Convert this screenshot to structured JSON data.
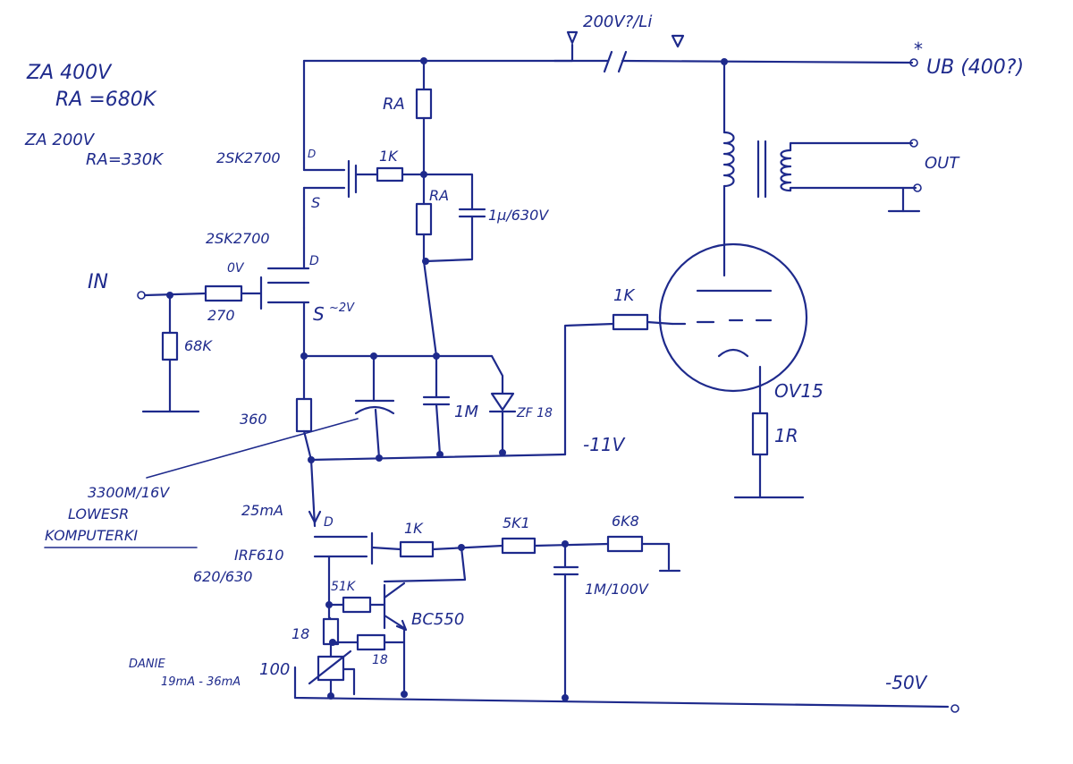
{
  "notes": {
    "za400": "ZA 400V",
    "ra680": "RA =680K",
    "za200": "ZA 200V",
    "ra330": "RA=330K"
  },
  "top": {
    "supply_note": "200V?/Li",
    "ub_label": "UB (400?)",
    "star": "*"
  },
  "labels": {
    "ra_top": "RA",
    "ra_mid": "RA",
    "q1_part": "2SK2700",
    "q1_d": "D",
    "q1_s": "S",
    "r_1k_gate": "1K",
    "cap_1u630": "1μ/630V",
    "q2_part": "2SK2700",
    "q2_0v": "0V",
    "q2_d": "D",
    "q2_s": "S",
    "q2_s_volt": "~2V",
    "in": "IN",
    "r_270": "270",
    "r_68k": "68K",
    "r_360": "360",
    "cap_1m": "1M",
    "zener": "ZF 18",
    "minus_11v": "-11V",
    "r_1k_grid": "1K",
    "tube": "OV15",
    "r_1r": "1R",
    "out": "OUT",
    "cap_3300_1": "3300M/16V",
    "cap_3300_2": "LOWESR",
    "cap_3300_3": "KOMPUTERKI",
    "i_25ma": "25mA",
    "q3_d": "D",
    "r_1k_q3": "1K",
    "r_5k1": "5K1",
    "r_6k8": "6K8",
    "q3_part1": "IRF610",
    "q3_part2": "620/630",
    "r_51k": "51K",
    "bc550": "BC550",
    "cap_1u100": "1M/100V",
    "r_18a": "18",
    "r_18b": "18",
    "danie": "DANIE",
    "range": "19mA - 36mA",
    "r_100": "100",
    "minus_50v": "-50V"
  }
}
